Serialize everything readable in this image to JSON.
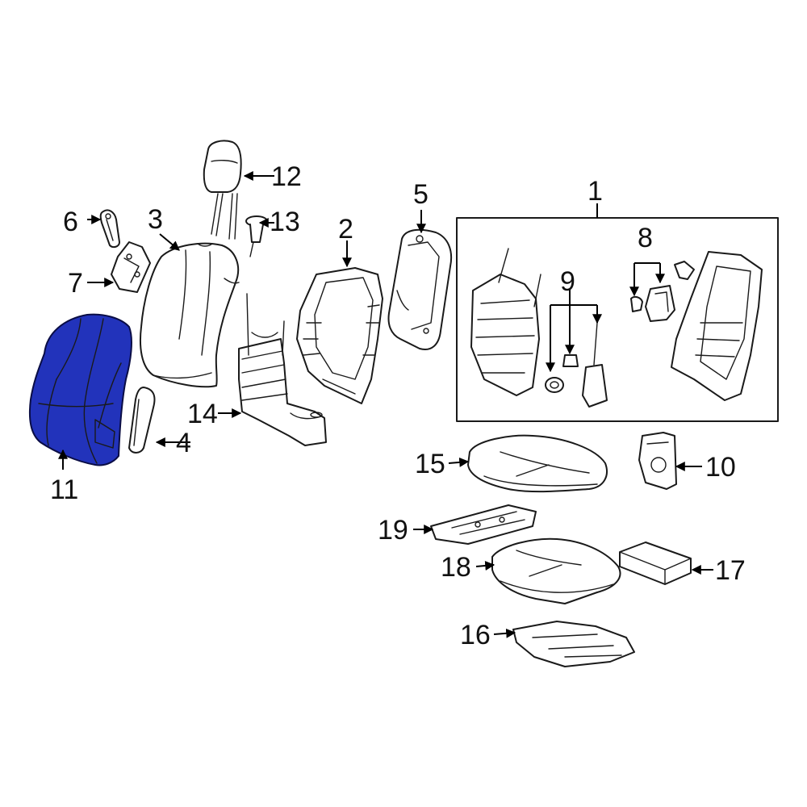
{
  "diagram": {
    "highlight_color": "#2233bb",
    "callouts": {
      "c1": "1",
      "c2": "2",
      "c3": "3",
      "c4": "4",
      "c5": "5",
      "c6": "6",
      "c7": "7",
      "c8": "8",
      "c9": "9",
      "c10": "10",
      "c11": "11",
      "c12": "12",
      "c13": "13",
      "c14": "14",
      "c15": "15",
      "c16": "16",
      "c17": "17",
      "c18": "18",
      "c19": "19"
    }
  }
}
